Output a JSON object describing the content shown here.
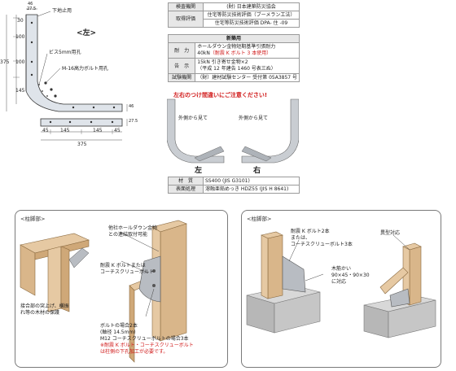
{
  "drawing": {
    "label_lower_hole": "下地止用",
    "label_screw_hole": "ビス5mm用孔",
    "label_bolt_hole": "M-16高力ボルト用孔",
    "side_title": "<左>",
    "dims_top": [
      "46",
      "27.5"
    ],
    "dims_left": [
      "30",
      "100",
      "100",
      "145"
    ],
    "dim_total_height": "375",
    "dims_bottom": [
      "45",
      "145",
      "145",
      "45"
    ],
    "dim_total_width": "375",
    "dims_side": [
      "27.5",
      "46"
    ]
  },
  "spec_table": {
    "rows": [
      {
        "k": "検査機関",
        "v": "(財) 日本建築防災協会"
      },
      {
        "k": "取得評価",
        "v": "住宅等防災技術評価（ブーメラン工法）"
      },
      {
        "k": "",
        "v": "住宅等防災技術評価 DPA- 住 -09"
      }
    ],
    "new_header": "新築用",
    "new_rows": [
      {
        "k": "耐　力",
        "v1": "ホールダウン金物短期基準引張耐力",
        "v2": "40kN",
        "v2_red": "（耐震 K ボルト 3 本使用）"
      },
      {
        "k": "告　示",
        "v1": "15kN 引き寄せ金物×2",
        "v2": "（平成 12 年建告 1460 号表三ぬ）"
      },
      {
        "k": "試験機関",
        "v1": "（財）建材試験センター 受付第 05A3857 号"
      }
    ]
  },
  "warning": {
    "title": "左右のつけ間違いにご注意ください!",
    "outside_left": "外側から見て",
    "outside_right": "外側から見て",
    "left": "左",
    "right": "右"
  },
  "material_table": {
    "rows": [
      {
        "k": "材　質",
        "v": "SS400 (JIS G3101)"
      },
      {
        "k": "表面処理",
        "v": "溶融亜鉛めっき HDZ55 (JIS H 8641)"
      }
    ]
  },
  "left_panel": {
    "header": "<柱脚部>",
    "note_other": [
      "他社ホールダウン金物",
      "との連結取付可能"
    ],
    "note_bolt": [
      "耐震 K ボルトまたは",
      "コーチスクリューボルト"
    ],
    "note_joint": [
      "接合部の突上げ、横振",
      "れ等の木材の保護"
    ],
    "note_count1": "ボルトの場合2本",
    "note_count2": "(軸径 14.5mm)",
    "note_count3": "M12 コーチスクリューボルトの場合3本",
    "note_red1": "※耐震 K ボルト・コーチスクリューボルト",
    "note_red2": "は柱側の下孔加工が必要です。"
  },
  "right_panel": {
    "header": "<柱脚部>",
    "note_bolt": [
      "耐震 K ボルト2本",
      "または、",
      "コーチスクリューボルト3本"
    ],
    "note_wood": [
      "木筋かい",
      "90×45・90×30",
      "に対応"
    ],
    "note_other": "異型対応"
  }
}
